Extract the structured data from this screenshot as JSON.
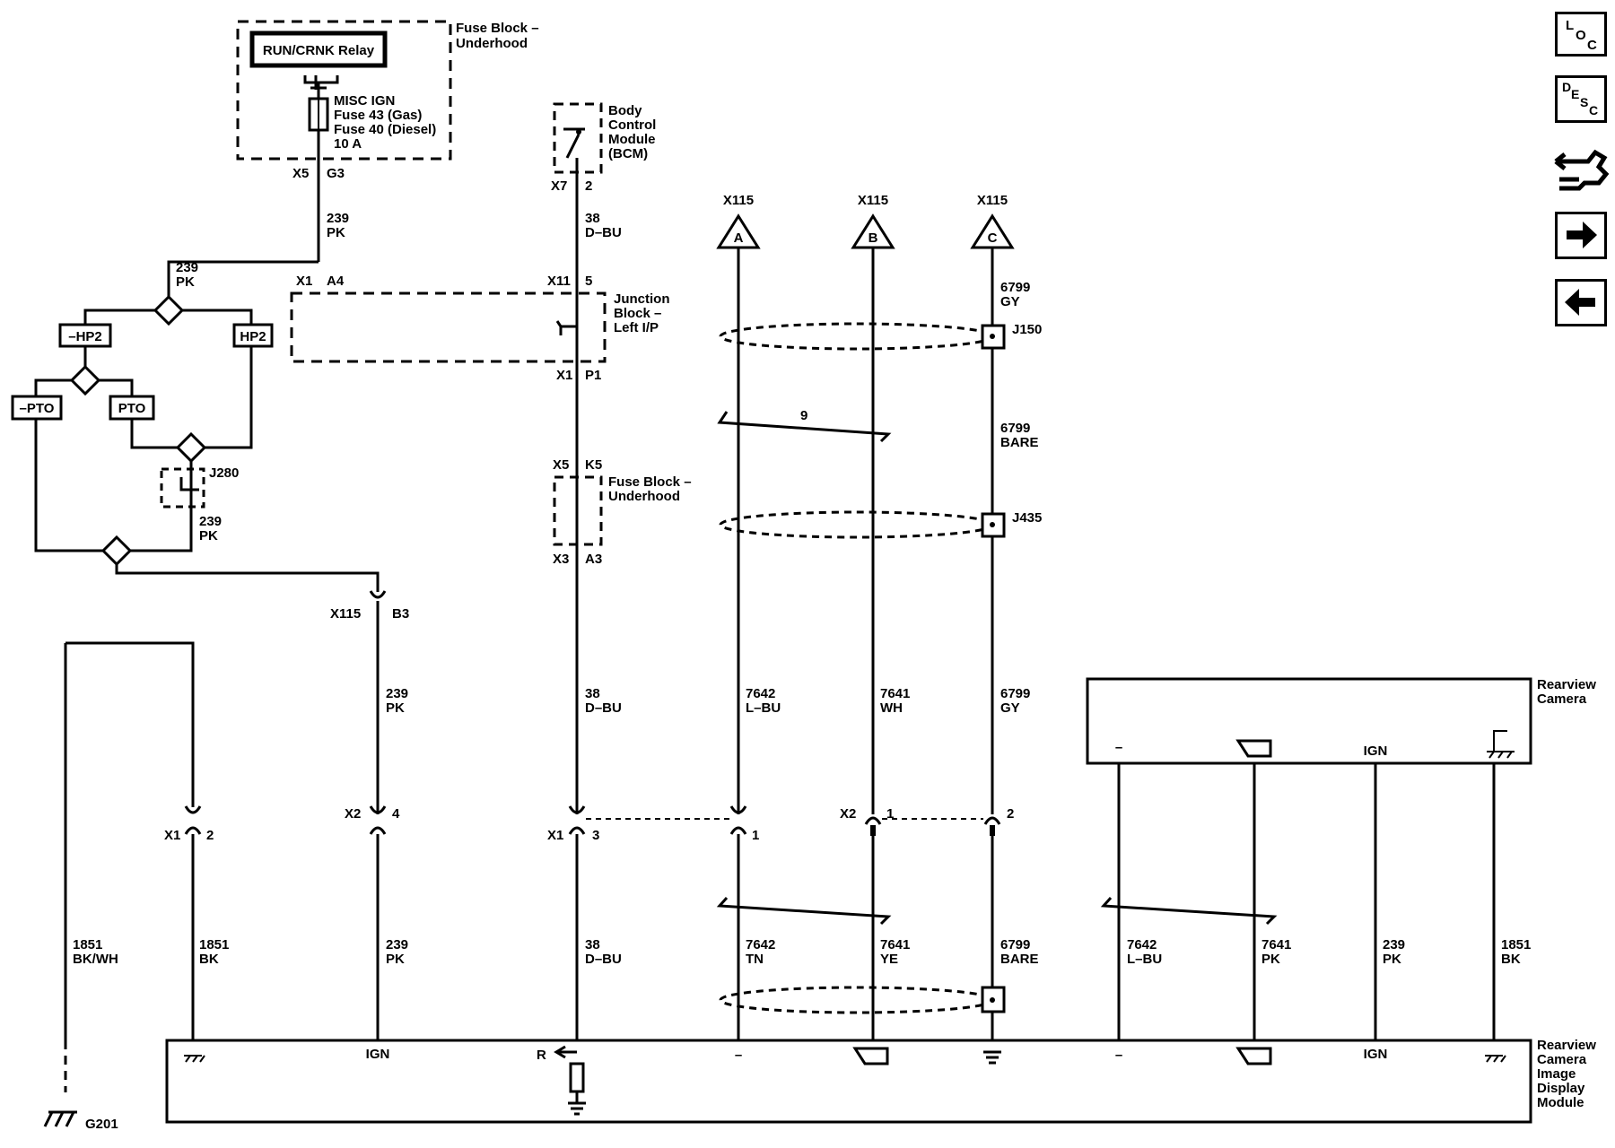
{
  "relay": {
    "label": "RUN/CRNK Relay"
  },
  "fuse_block_top": {
    "title_line1": "Fuse Block –",
    "title_line2": "Underhood"
  },
  "fuse_misc_ign": {
    "line1": "MISC IGN",
    "line2": "Fuse 43 (Gas)",
    "line3": "Fuse 40 (Diesel)",
    "line4": "10 A"
  },
  "connectors": {
    "x5": "X5",
    "g3": "G3",
    "x1": "X1",
    "a4": "A4",
    "x11": "X11",
    "pin5": "5",
    "x7": "X7",
    "pin2": "2",
    "p1": "P1",
    "k5": "K5",
    "x3": "X3",
    "a3": "A3",
    "x115": "X115",
    "b3": "B3",
    "x2": "X2",
    "pin4": "4",
    "pin3": "3",
    "pin1": "1",
    "a": "A",
    "b": "B",
    "c": "C"
  },
  "bcm": {
    "line1": "Body",
    "line2": "Control",
    "line3": "Module",
    "line4": "(BCM)"
  },
  "junction_block": {
    "line1": "Junction",
    "line2": "Block –",
    "line3": "Left I/P"
  },
  "fuse_block_mid": {
    "line1": "Fuse Block –",
    "line2": "Underhood"
  },
  "options": {
    "neg_hp2": "–HP2",
    "hp2": "HP2",
    "neg_pto": "–PTO",
    "pto": "PTO"
  },
  "splices": {
    "j280": "J280",
    "j150": "J150",
    "j435": "J435"
  },
  "twist": {
    "nine": "9"
  },
  "wires": {
    "w239": "239",
    "pk": "PK",
    "w38": "38",
    "dbu": "D–BU",
    "w7642": "7642",
    "lbu": "L–BU",
    "tn": "TN",
    "w7641": "7641",
    "wh": "WH",
    "ye": "YE",
    "w6799": "6799",
    "gy": "GY",
    "bare": "BARE",
    "w1851": "1851",
    "bkwh": "BK/WH",
    "bk": "BK"
  },
  "camera": {
    "line1": "Rearview",
    "line2": "Camera",
    "minus": "–",
    "ign": "IGN"
  },
  "module": {
    "line1": "Rearview",
    "line2": "Camera",
    "line3": "Image",
    "line4": "Display",
    "line5": "Module",
    "minus": "–",
    "ign": "IGN",
    "r": "R"
  },
  "ground": {
    "g201": "G201"
  },
  "nav": {
    "loc_l": "L",
    "loc_o": "O",
    "loc_c": "C",
    "desc_d": "D",
    "desc_e": "E",
    "desc_s": "S",
    "desc_c": "C",
    "icons": [
      "loc-icon",
      "desc-icon",
      "connector-view-icon",
      "next-arrow-icon",
      "prev-arrow-icon"
    ]
  }
}
